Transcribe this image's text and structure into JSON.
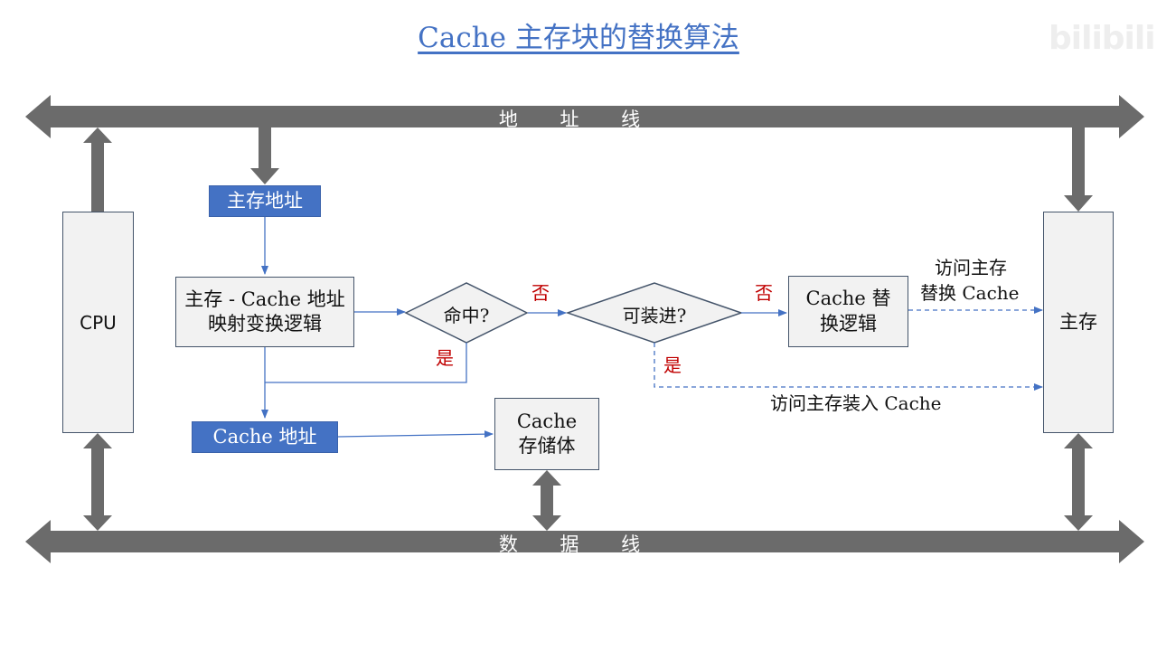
{
  "title": "Cache 主存块的替换算法",
  "watermark": "bilibili",
  "buses": {
    "address": "地 址 线",
    "data": "数 据 线"
  },
  "nodes": {
    "cpu": "CPU",
    "main_memory": "主存",
    "main_address": "主存地址",
    "mapping_logic": "主存 - Cache 地址映射变换逻辑",
    "hit_decision": "命中?",
    "loadable_decision": "可装进?",
    "replace_logic": "Cache 替换逻辑",
    "cache_address": "Cache 地址",
    "cache_storage": "Cache 存储体"
  },
  "edge_labels": {
    "hit_no": "否",
    "hit_yes": "是",
    "loadable_no": "否",
    "loadable_yes": "是",
    "access_replace_line1": "访问主存",
    "access_replace_line2": "替换 Cache",
    "access_load": "访问主存装入 Cache"
  },
  "colors": {
    "title": "#4472c4",
    "bus": "#6b6b6b",
    "blue_box": "#4472c4",
    "flow_line": "#4472c4",
    "decision_label": "#c00000"
  }
}
